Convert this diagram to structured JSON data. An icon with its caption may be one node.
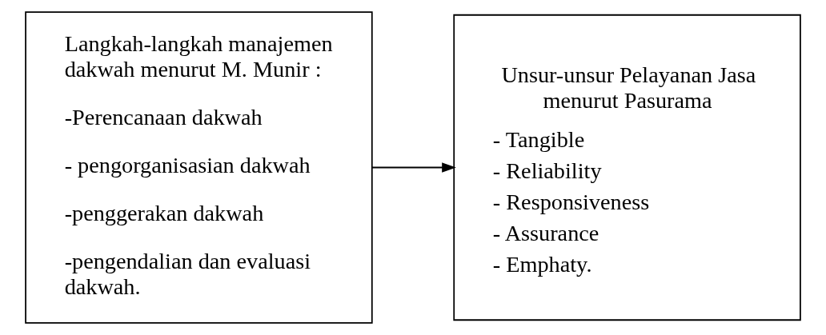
{
  "diagram": {
    "nodes": [
      {
        "text": [
          "Langkah-langkah manajemen dakwah menurut M. Munir :",
          "-Perencanaan dakwah",
          "- pengorganisasian dakwah",
          "-penggerakan dakwah",
          "-pengendalian dan evaluasi dakwah."
        ]
      },
      {
        "text": [
          "Unsur-unsur Pelayanan Jasa menurut Pasurama",
          "- Tangible",
          "- Reliability",
          "- Responsiveness",
          "- Assurance",
          "- Emphaty."
        ]
      }
    ],
    "edges": [
      {
        "from": 0,
        "to": 1,
        "arrow": "to"
      }
    ]
  }
}
